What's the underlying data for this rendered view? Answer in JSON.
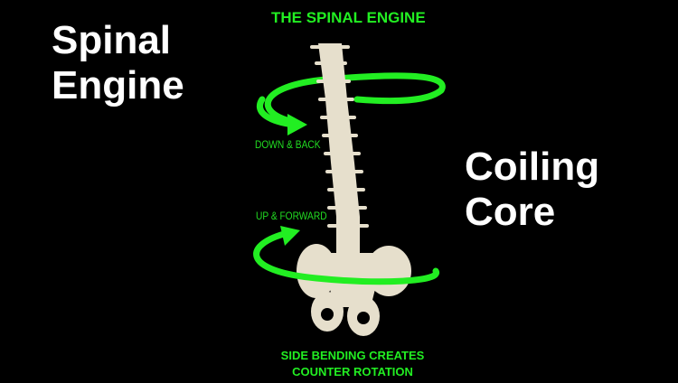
{
  "left_title": {
    "line1": "Spinal",
    "line2": "Engine"
  },
  "right_title": {
    "line1": "Coiling",
    "line2": "Core"
  },
  "diagram": {
    "title": "THE SPINAL ENGINE",
    "upper_label": "DOWN & BACK",
    "lower_label": "UP & FORWARD",
    "caption_line1": "SIDE BENDING CREATES",
    "caption_line2": "COUNTER ROTATION"
  },
  "colors": {
    "background": "#000000",
    "accent": "#22ee22",
    "bone": "#e8e2d0",
    "text": "#ffffff"
  }
}
